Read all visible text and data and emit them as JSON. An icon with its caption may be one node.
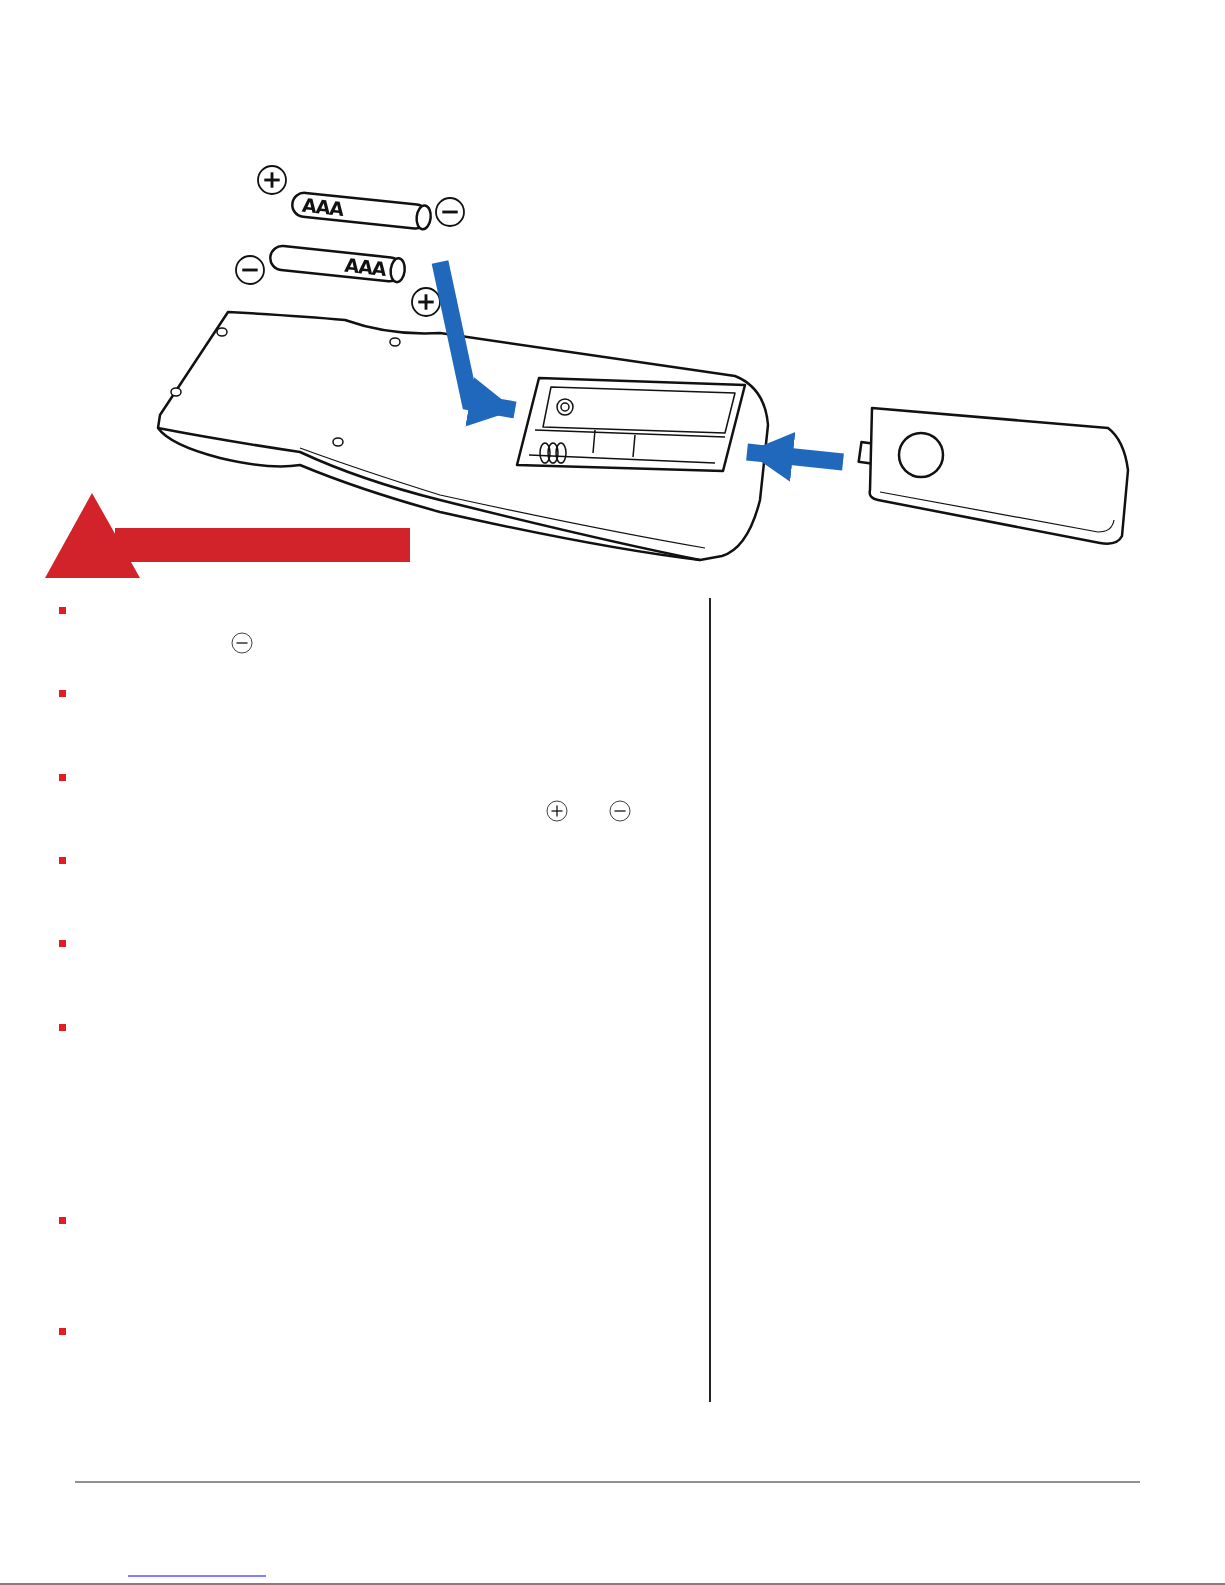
{
  "diagram": {
    "nodes": [
      {
        "text": [
          "AAA"
        ]
      },
      {
        "text": [
          "AAA"
        ]
      },
      {
        "text": [],
        "shape": "picture"
      },
      {
        "text": [],
        "shape": "box",
        "in": 2
      },
      {
        "text": [],
        "shape": "picture"
      }
    ],
    "edges": [
      {
        "from": null,
        "to": 3,
        "arrow": "to"
      },
      {
        "from": 4,
        "to": 3,
        "arrow": "to"
      }
    ]
  }
}
